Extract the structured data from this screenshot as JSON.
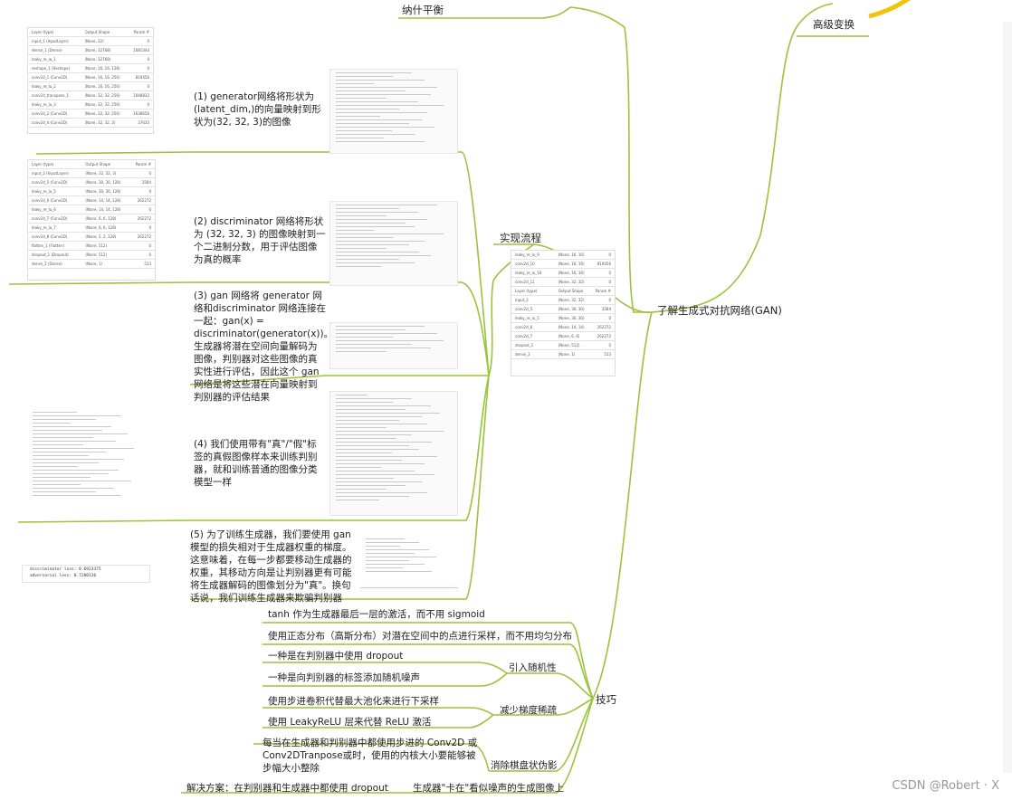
{
  "root": {
    "label": "了解生成式对抗网络(GAN)"
  },
  "branches": {
    "top_left": "纳什平衡",
    "top_right": "高级变换",
    "impl": "实现流程",
    "tips": "技巧"
  },
  "steps": [
    {
      "id": "1",
      "text": "(1) generator网络将形状为(latent_dim,)的向量映射到形状为(32, 32, 3)的图像"
    },
    {
      "id": "2",
      "text": "(2) discriminator 网络将形状为 (32, 32, 3) 的图像映射到一个二进制分数，用于评估图像为真的概率"
    },
    {
      "id": "3",
      "text": "(3) gan 网络将 generator 网络和discriminator 网络连接在一起：gan(x) = discriminator(generator(x))。生成器将潜在空间向量解码为图像，判别器对这些图像的真实性进行评估，因此这个 gan 网络是将这些潜在向量映射到判别器的评估结果"
    },
    {
      "id": "4",
      "text": "(4) 我们使用带有\"真\"/\"假\"标签的真假图像样本来训练判别器，就和训练普通的图像分类模型一样"
    },
    {
      "id": "5",
      "text": "(5) 为了训练生成器，我们要使用 gan 模型的损失相对于生成器权重的梯度。这意味着，在每一步都要移动生成器的权重，其移动方向是让判别器更有可能将生成器解码的图像划分为\"真\"。换句话说，我们训练生成器来欺骗判别器"
    }
  ],
  "tips": {
    "t1": "tanh 作为生成器最后一层的激活，而不用 sigmoid",
    "t2": "使用正态分布（高斯分布）对潜在空间中的点进行采样，而不用均匀分布",
    "randomness": {
      "label": "引入随机性",
      "items": [
        "一种是在判别器中使用 dropout",
        "一种是向判别器的标签添加随机噪声"
      ]
    },
    "sparse": {
      "label": "减少梯度稀疏",
      "items": [
        "使用步进卷积代替最大池化来进行下采样",
        "使用 LeakyReLU 层来代替 ReLU 激活"
      ]
    },
    "checker": {
      "label": "消除棋盘状伪影",
      "text": "每当在生成器和判别器中都使用步进的 Conv2D 或Conv2DTranpose或时，使用的内核大小要能够被步幅大小整除"
    },
    "stuck": {
      "label": "生成器\"卡在\"看似噪声的生成图像上",
      "solution": "解决方案：在判别器和生成器中都使用 dropout"
    }
  },
  "loss_thumb": {
    "line1": "discriminator loss: 0.6923375",
    "line2": "adversarial loss: 0.7280136"
  },
  "watermark": "CSDN @Robert · X",
  "colors": {
    "branch": "#9ac43a",
    "accent": "#f3c20f"
  }
}
